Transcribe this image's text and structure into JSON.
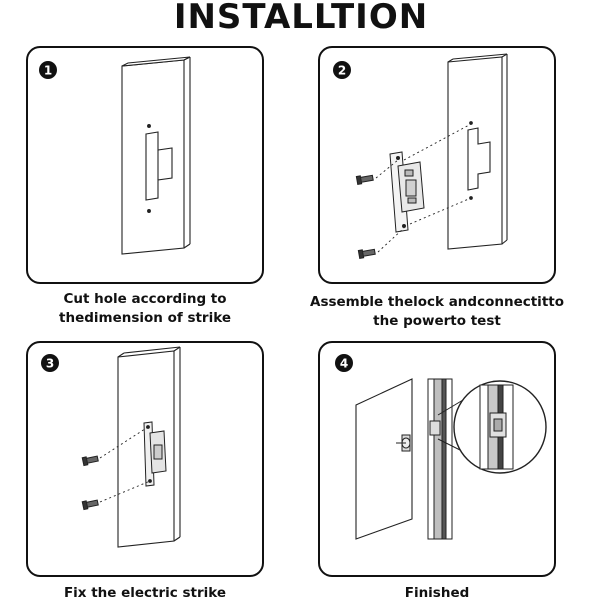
{
  "title": "INSTALLTION",
  "steps": [
    {
      "number": "1",
      "caption_line1": "Cut hole according to",
      "caption_line2": "thedimension of strike"
    },
    {
      "number": "2",
      "caption_line1": "Assemble thelock andconnectitto",
      "caption_line2": "the powerto test"
    },
    {
      "number": "3",
      "caption_line1": "Fix the electric strike",
      "caption_line2": ""
    },
    {
      "number": "4",
      "caption_line1": "Finished",
      "caption_line2": ""
    }
  ]
}
